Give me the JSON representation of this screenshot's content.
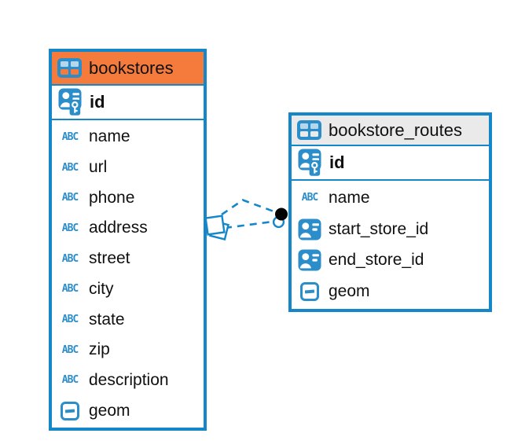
{
  "app": {
    "view": "entity-relationship-diagram"
  },
  "colors": {
    "accent_blue": "#1587C9",
    "icon_blue": "#2B8ECB",
    "bookstores_header": "#F57B3D",
    "routes_header": "#EAEAEA",
    "text": "#101010",
    "background": "#FFFFFF",
    "relationship_line": "#1587C9"
  },
  "icons": {
    "text_type_label": "ABC"
  },
  "tables": [
    {
      "name": "bookstores",
      "header_color": "#F57B3D",
      "columns": [
        {
          "name": "id",
          "type_icon": "user-key",
          "primary_key": true
        },
        {
          "name": "name",
          "type_icon": "text"
        },
        {
          "name": "url",
          "type_icon": "text"
        },
        {
          "name": "phone",
          "type_icon": "text"
        },
        {
          "name": "address",
          "type_icon": "text"
        },
        {
          "name": "street",
          "type_icon": "text"
        },
        {
          "name": "city",
          "type_icon": "text"
        },
        {
          "name": "state",
          "type_icon": "text"
        },
        {
          "name": "zip",
          "type_icon": "text"
        },
        {
          "name": "description",
          "type_icon": "text"
        },
        {
          "name": "geom",
          "type_icon": "geometry"
        }
      ]
    },
    {
      "name": "bookstore_routes",
      "header_color": "#EAEAEA",
      "columns": [
        {
          "name": "id",
          "type_icon": "user-key",
          "primary_key": true
        },
        {
          "name": "name",
          "type_icon": "text"
        },
        {
          "name": "start_store_id",
          "type_icon": "user-ref"
        },
        {
          "name": "end_store_id",
          "type_icon": "user-ref"
        },
        {
          "name": "geom",
          "type_icon": "geometry"
        }
      ]
    }
  ],
  "relationship": {
    "from_table": "bookstores",
    "to_table": "bookstore_routes",
    "line_style": "dashed",
    "line_count": 2,
    "start_marker": "stacked-squares",
    "end_marker": "dot",
    "color": "#1587C9"
  }
}
